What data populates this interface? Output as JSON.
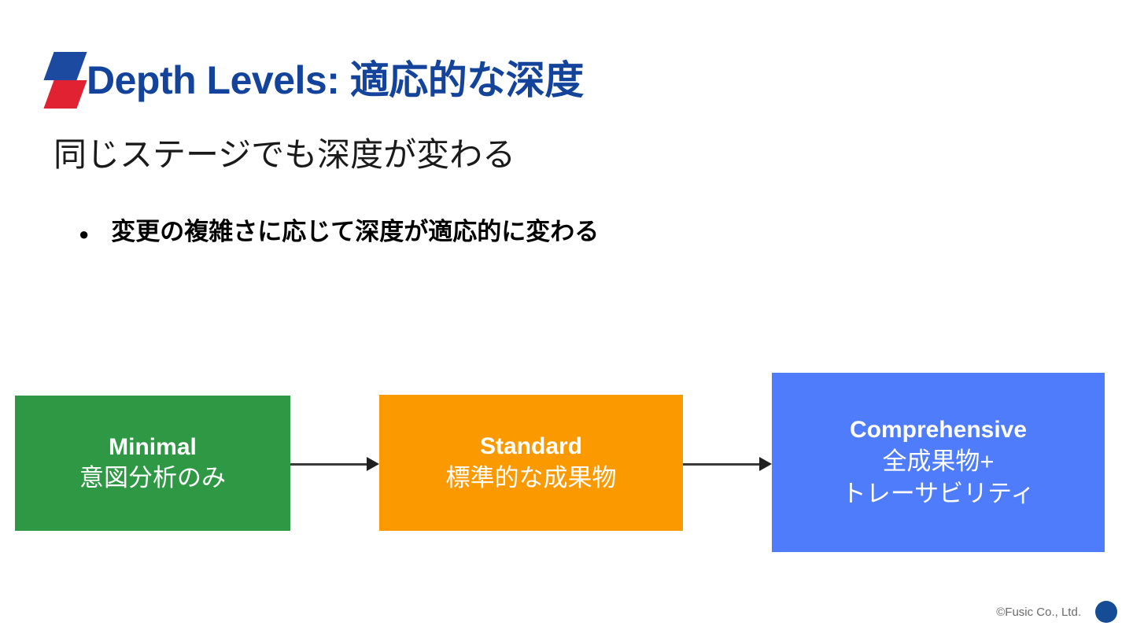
{
  "slide": {
    "title": "Depth Levels: 適応的な深度",
    "title_color": "#13439B",
    "logo": {
      "top_color": "#1B4AA0",
      "bottom_color": "#E02233"
    },
    "subtitle": "同じステージでも深度が変わる",
    "bullets": [
      {
        "marker": "●",
        "text": "変更の複雑さに応じて深度が適応的に変わる"
      }
    ]
  },
  "diagram": {
    "type": "flow",
    "boxes": [
      {
        "id": "minimal",
        "title": "Minimal",
        "detail_1": "意図分析のみ",
        "color": "#2E9844"
      },
      {
        "id": "standard",
        "title": "Standard",
        "detail_1": "標準的な成果物",
        "color": "#FB9A00"
      },
      {
        "id": "comprehensive",
        "title": "Comprehensive",
        "detail_1": "全成果物+",
        "detail_2": "トレーサビリティ",
        "color": "#4F7CFA"
      }
    ],
    "arrows": [
      {
        "from": "minimal",
        "to": "standard"
      },
      {
        "from": "standard",
        "to": "comprehensive"
      }
    ]
  },
  "footer": {
    "copyright": "©Fusic Co., Ltd.",
    "dot_color": "#164C96"
  }
}
